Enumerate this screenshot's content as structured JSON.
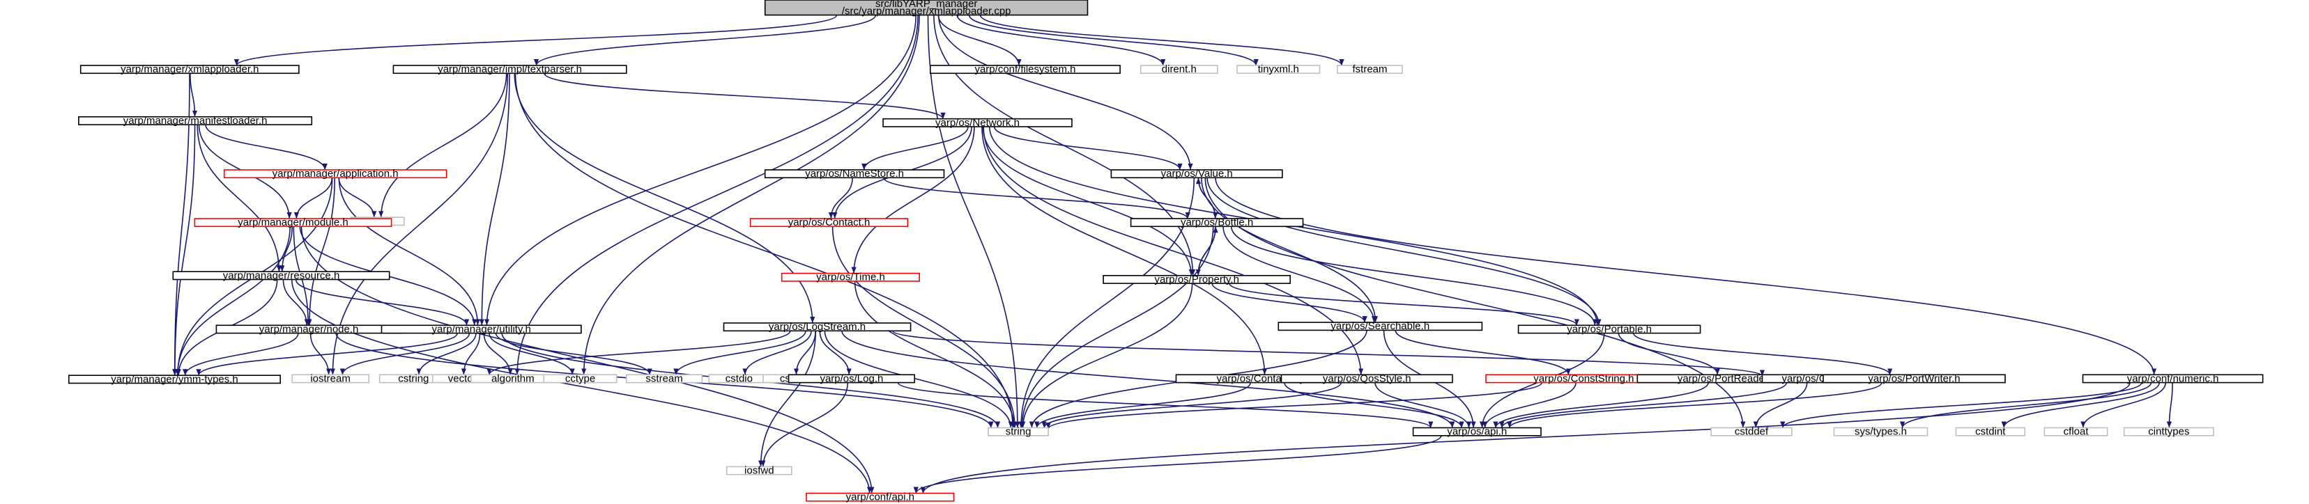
{
  "colors": {
    "edge": "#191970",
    "box_default": "#000000",
    "box_root_fill": "#bfbfbf",
    "box_header_red": "#ff0000",
    "box_system_gray": "#bfbfbf",
    "text": "#000000"
  },
  "nodes": [
    {
      "id": "root",
      "lines": [
        "src/libYARP_manager",
        "/src/yarp/manager/xmlapploader.cpp"
      ],
      "style": "root"
    },
    {
      "id": "xmlapploader_h",
      "lines": [
        "yarp/manager/xmlapploader.h"
      ],
      "style": "header"
    },
    {
      "id": "textparser_h",
      "lines": [
        "yarp/manager/impl/textparser.h"
      ],
      "style": "header"
    },
    {
      "id": "conf_filesystem_h",
      "lines": [
        "yarp/conf/filesystem.h"
      ],
      "style": "header"
    },
    {
      "id": "dirent_h",
      "lines": [
        "dirent.h"
      ],
      "style": "system"
    },
    {
      "id": "tinyxml_h",
      "lines": [
        "tinyxml.h"
      ],
      "style": "system"
    },
    {
      "id": "fstream",
      "lines": [
        "fstream"
      ],
      "style": "system"
    },
    {
      "id": "manifestloader_h",
      "lines": [
        "yarp/manager/manifestloader.h"
      ],
      "style": "header"
    },
    {
      "id": "network_h",
      "lines": [
        "yarp/os/Network.h"
      ],
      "style": "header"
    },
    {
      "id": "application_h",
      "lines": [
        "yarp/manager/application.h"
      ],
      "style": "incomplete"
    },
    {
      "id": "value_h",
      "lines": [
        "yarp/os/Value.h"
      ],
      "style": "header"
    },
    {
      "id": "namestore_h",
      "lines": [
        "yarp/os/NameStore.h"
      ],
      "style": "header"
    },
    {
      "id": "map",
      "lines": [
        "map"
      ],
      "style": "system"
    },
    {
      "id": "module_h",
      "lines": [
        "yarp/manager/module.h"
      ],
      "style": "incomplete"
    },
    {
      "id": "contact_h",
      "lines": [
        "yarp/os/Contact.h"
      ],
      "style": "incomplete"
    },
    {
      "id": "bottle_h",
      "lines": [
        "yarp/os/Bottle.h"
      ],
      "style": "header"
    },
    {
      "id": "resource_h",
      "lines": [
        "yarp/manager/resource.h"
      ],
      "style": "header"
    },
    {
      "id": "time_h",
      "lines": [
        "yarp/os/Time.h"
      ],
      "style": "incomplete"
    },
    {
      "id": "property_h",
      "lines": [
        "yarp/os/Property.h"
      ],
      "style": "header"
    },
    {
      "id": "node_h",
      "lines": [
        "yarp/manager/node.h"
      ],
      "style": "header"
    },
    {
      "id": "utility_h",
      "lines": [
        "yarp/manager/utility.h"
      ],
      "style": "header"
    },
    {
      "id": "logstream_h",
      "lines": [
        "yarp/os/LogStream.h"
      ],
      "style": "header"
    },
    {
      "id": "searchable_h",
      "lines": [
        "yarp/os/Searchable.h"
      ],
      "style": "header"
    },
    {
      "id": "portable_h",
      "lines": [
        "yarp/os/Portable.h"
      ],
      "style": "header"
    },
    {
      "id": "ymmtypes_h",
      "lines": [
        "yarp/manager/ymm-types.h"
      ],
      "style": "header"
    },
    {
      "id": "iostream",
      "lines": [
        "iostream"
      ],
      "style": "system"
    },
    {
      "id": "cstring",
      "lines": [
        "cstring"
      ],
      "style": "system"
    },
    {
      "id": "vector",
      "lines": [
        "vector"
      ],
      "style": "system"
    },
    {
      "id": "algorithm",
      "lines": [
        "algorithm"
      ],
      "style": "system"
    },
    {
      "id": "cctype",
      "lines": [
        "cctype"
      ],
      "style": "system"
    },
    {
      "id": "sstream",
      "lines": [
        "sstream"
      ],
      "style": "system"
    },
    {
      "id": "cstdio",
      "lines": [
        "cstdio"
      ],
      "style": "system"
    },
    {
      "id": "cstdlib",
      "lines": [
        "cstdlib"
      ],
      "style": "system"
    },
    {
      "id": "log_h",
      "lines": [
        "yarp/os/Log.h"
      ],
      "style": "header"
    },
    {
      "id": "contactstyle_h",
      "lines": [
        "yarp/os/ContactStyle.h"
      ],
      "style": "header"
    },
    {
      "id": "qosstyle_h",
      "lines": [
        "yarp/os/QosStyle.h"
      ],
      "style": "header"
    },
    {
      "id": "conststring_h",
      "lines": [
        "yarp/os/ConstString.h"
      ],
      "style": "incomplete"
    },
    {
      "id": "portreader_h",
      "lines": [
        "yarp/os/PortReader.h"
      ],
      "style": "header"
    },
    {
      "id": "os_h",
      "lines": [
        "yarp/os/Os.h"
      ],
      "style": "header"
    },
    {
      "id": "portwriter_h",
      "lines": [
        "yarp/os/PortWriter.h"
      ],
      "style": "header"
    },
    {
      "id": "numeric_h",
      "lines": [
        "yarp/conf/numeric.h"
      ],
      "style": "header"
    },
    {
      "id": "string",
      "lines": [
        "string"
      ],
      "style": "system"
    },
    {
      "id": "api_os_h",
      "lines": [
        "yarp/os/api.h"
      ],
      "style": "header"
    },
    {
      "id": "cstddef",
      "lines": [
        "cstddef"
      ],
      "style": "system"
    },
    {
      "id": "iosfwd",
      "lines": [
        "iosfwd"
      ],
      "style": "system"
    },
    {
      "id": "sys_types_h",
      "lines": [
        "sys/types.h"
      ],
      "style": "system"
    },
    {
      "id": "cstdint",
      "lines": [
        "cstdint"
      ],
      "style": "system"
    },
    {
      "id": "cfloat",
      "lines": [
        "cfloat"
      ],
      "style": "system"
    },
    {
      "id": "cinttypes",
      "lines": [
        "cinttypes"
      ],
      "style": "system"
    },
    {
      "id": "conf_api_h",
      "lines": [
        "yarp/conf/api.h"
      ],
      "style": "incomplete"
    }
  ],
  "edges": [
    [
      "root",
      "xmlapploader_h"
    ],
    [
      "root",
      "textparser_h"
    ],
    [
      "root",
      "conf_filesystem_h"
    ],
    [
      "root",
      "dirent_h"
    ],
    [
      "root",
      "tinyxml_h"
    ],
    [
      "root",
      "fstream"
    ],
    [
      "root",
      "utility_h"
    ],
    [
      "root",
      "algorithm"
    ],
    [
      "root",
      "cctype"
    ],
    [
      "root",
      "string"
    ],
    [
      "root",
      "value_h"
    ],
    [
      "root",
      "property_h"
    ],
    [
      "xmlapploader_h",
      "manifestloader_h"
    ],
    [
      "xmlapploader_h",
      "ymmtypes_h"
    ],
    [
      "manifestloader_h",
      "application_h"
    ],
    [
      "manifestloader_h",
      "module_h"
    ],
    [
      "manifestloader_h",
      "resource_h"
    ],
    [
      "manifestloader_h",
      "ymmtypes_h"
    ],
    [
      "application_h",
      "map"
    ],
    [
      "application_h",
      "module_h"
    ],
    [
      "application_h",
      "node_h"
    ],
    [
      "application_h",
      "utility_h"
    ],
    [
      "application_h",
      "ymmtypes_h"
    ],
    [
      "module_h",
      "resource_h"
    ],
    [
      "module_h",
      "node_h"
    ],
    [
      "module_h",
      "utility_h"
    ],
    [
      "module_h",
      "ymmtypes_h"
    ],
    [
      "module_h",
      "conf_api_h"
    ],
    [
      "resource_h",
      "node_h"
    ],
    [
      "resource_h",
      "utility_h"
    ],
    [
      "resource_h",
      "ymmtypes_h"
    ],
    [
      "resource_h",
      "conf_api_h"
    ],
    [
      "node_h",
      "ymmtypes_h"
    ],
    [
      "node_h",
      "iostream"
    ],
    [
      "node_h",
      "string"
    ],
    [
      "utility_h",
      "ymmtypes_h"
    ],
    [
      "utility_h",
      "iostream"
    ],
    [
      "utility_h",
      "cstring"
    ],
    [
      "utility_h",
      "vector"
    ],
    [
      "utility_h",
      "algorithm"
    ],
    [
      "utility_h",
      "cctype"
    ],
    [
      "utility_h",
      "sstream"
    ],
    [
      "utility_h",
      "string"
    ],
    [
      "textparser_h",
      "utility_h"
    ],
    [
      "textparser_h",
      "map"
    ],
    [
      "textparser_h",
      "iostream"
    ],
    [
      "textparser_h",
      "logstream_h"
    ],
    [
      "textparser_h",
      "network_h"
    ],
    [
      "textparser_h",
      "string"
    ],
    [
      "logstream_h",
      "vector"
    ],
    [
      "logstream_h",
      "sstream"
    ],
    [
      "logstream_h",
      "cstdio"
    ],
    [
      "logstream_h",
      "cstdlib"
    ],
    [
      "logstream_h",
      "log_h"
    ],
    [
      "logstream_h",
      "iosfwd"
    ],
    [
      "logstream_h",
      "string"
    ],
    [
      "logstream_h",
      "os_h"
    ],
    [
      "logstream_h",
      "api_os_h"
    ],
    [
      "log_h",
      "api_os_h"
    ],
    [
      "log_h",
      "iosfwd"
    ],
    [
      "network_h",
      "namestore_h"
    ],
    [
      "network_h",
      "contact_h"
    ],
    [
      "network_h",
      "value_h"
    ],
    [
      "network_h",
      "time_h"
    ],
    [
      "network_h",
      "property_h"
    ],
    [
      "network_h",
      "contactstyle_h"
    ],
    [
      "network_h",
      "qosstyle_h"
    ],
    [
      "network_h",
      "portable_h"
    ],
    [
      "namestore_h",
      "contact_h"
    ],
    [
      "namestore_h",
      "bottle_h"
    ],
    [
      "contact_h",
      "string"
    ],
    [
      "time_h",
      "string"
    ],
    [
      "value_h",
      "bottle_h"
    ],
    [
      "value_h",
      "searchable_h"
    ],
    [
      "value_h",
      "portable_h"
    ],
    [
      "value_h",
      "string"
    ],
    [
      "value_h",
      "numeric_h"
    ],
    [
      "value_h",
      "cstddef"
    ],
    [
      "bottle_h",
      "value_h"
    ],
    [
      "bottle_h",
      "property_h"
    ],
    [
      "bottle_h",
      "searchable_h"
    ],
    [
      "bottle_h",
      "portable_h"
    ],
    [
      "bottle_h",
      "string"
    ],
    [
      "property_h",
      "bottle_h"
    ],
    [
      "property_h",
      "searchable_h"
    ],
    [
      "property_h",
      "portable_h"
    ],
    [
      "property_h",
      "string"
    ],
    [
      "searchable_h",
      "conststring_h"
    ],
    [
      "searchable_h",
      "api_os_h"
    ],
    [
      "searchable_h",
      "string"
    ],
    [
      "portable_h",
      "portreader_h"
    ],
    [
      "portable_h",
      "portwriter_h"
    ],
    [
      "portable_h",
      "api_os_h"
    ],
    [
      "contactstyle_h",
      "api_os_h"
    ],
    [
      "contactstyle_h",
      "string"
    ],
    [
      "qosstyle_h",
      "api_os_h"
    ],
    [
      "qosstyle_h",
      "string"
    ],
    [
      "conststring_h",
      "api_os_h"
    ],
    [
      "conststring_h",
      "string"
    ],
    [
      "portreader_h",
      "api_os_h"
    ],
    [
      "portwriter_h",
      "api_os_h"
    ],
    [
      "os_h",
      "api_os_h"
    ],
    [
      "os_h",
      "cstddef"
    ],
    [
      "numeric_h",
      "conf_api_h"
    ],
    [
      "numeric_h",
      "cstddef"
    ],
    [
      "numeric_h",
      "sys_types_h"
    ],
    [
      "numeric_h",
      "cstdint"
    ],
    [
      "numeric_h",
      "cfloat"
    ],
    [
      "numeric_h",
      "cinttypes"
    ],
    [
      "api_os_h",
      "conf_api_h"
    ]
  ]
}
